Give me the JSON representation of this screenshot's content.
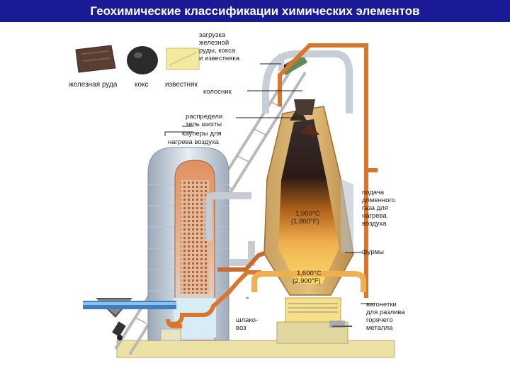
{
  "header": {
    "title": "Геохимические классификации химических элементов"
  },
  "diagram": {
    "materials": [
      "железная руда",
      "кокс",
      "известняк"
    ],
    "labels": {
      "charge": [
        "загрузка",
        "железной",
        "руды, кокса",
        "и известняка"
      ],
      "throat": [
        "колосник"
      ],
      "distributor": [
        "распредели",
        "тель шихты"
      ],
      "cowpers": [
        "кауперы для",
        "нагрева воздуха"
      ],
      "gas_supply": [
        "подача",
        "доменного",
        "газа для",
        "нагрева",
        "воздуха"
      ],
      "temp_upper": [
        "1,000°C",
        "(1,800°F)"
      ],
      "tuyeres": [
        "фурмы"
      ],
      "temp_lower": [
        "1,600°C",
        "(2,900°F)"
      ],
      "slag": [
        "шлако-",
        "воз"
      ],
      "ladles": [
        "вагонетки",
        "для разлива",
        "горячего",
        "металла"
      ]
    }
  }
}
